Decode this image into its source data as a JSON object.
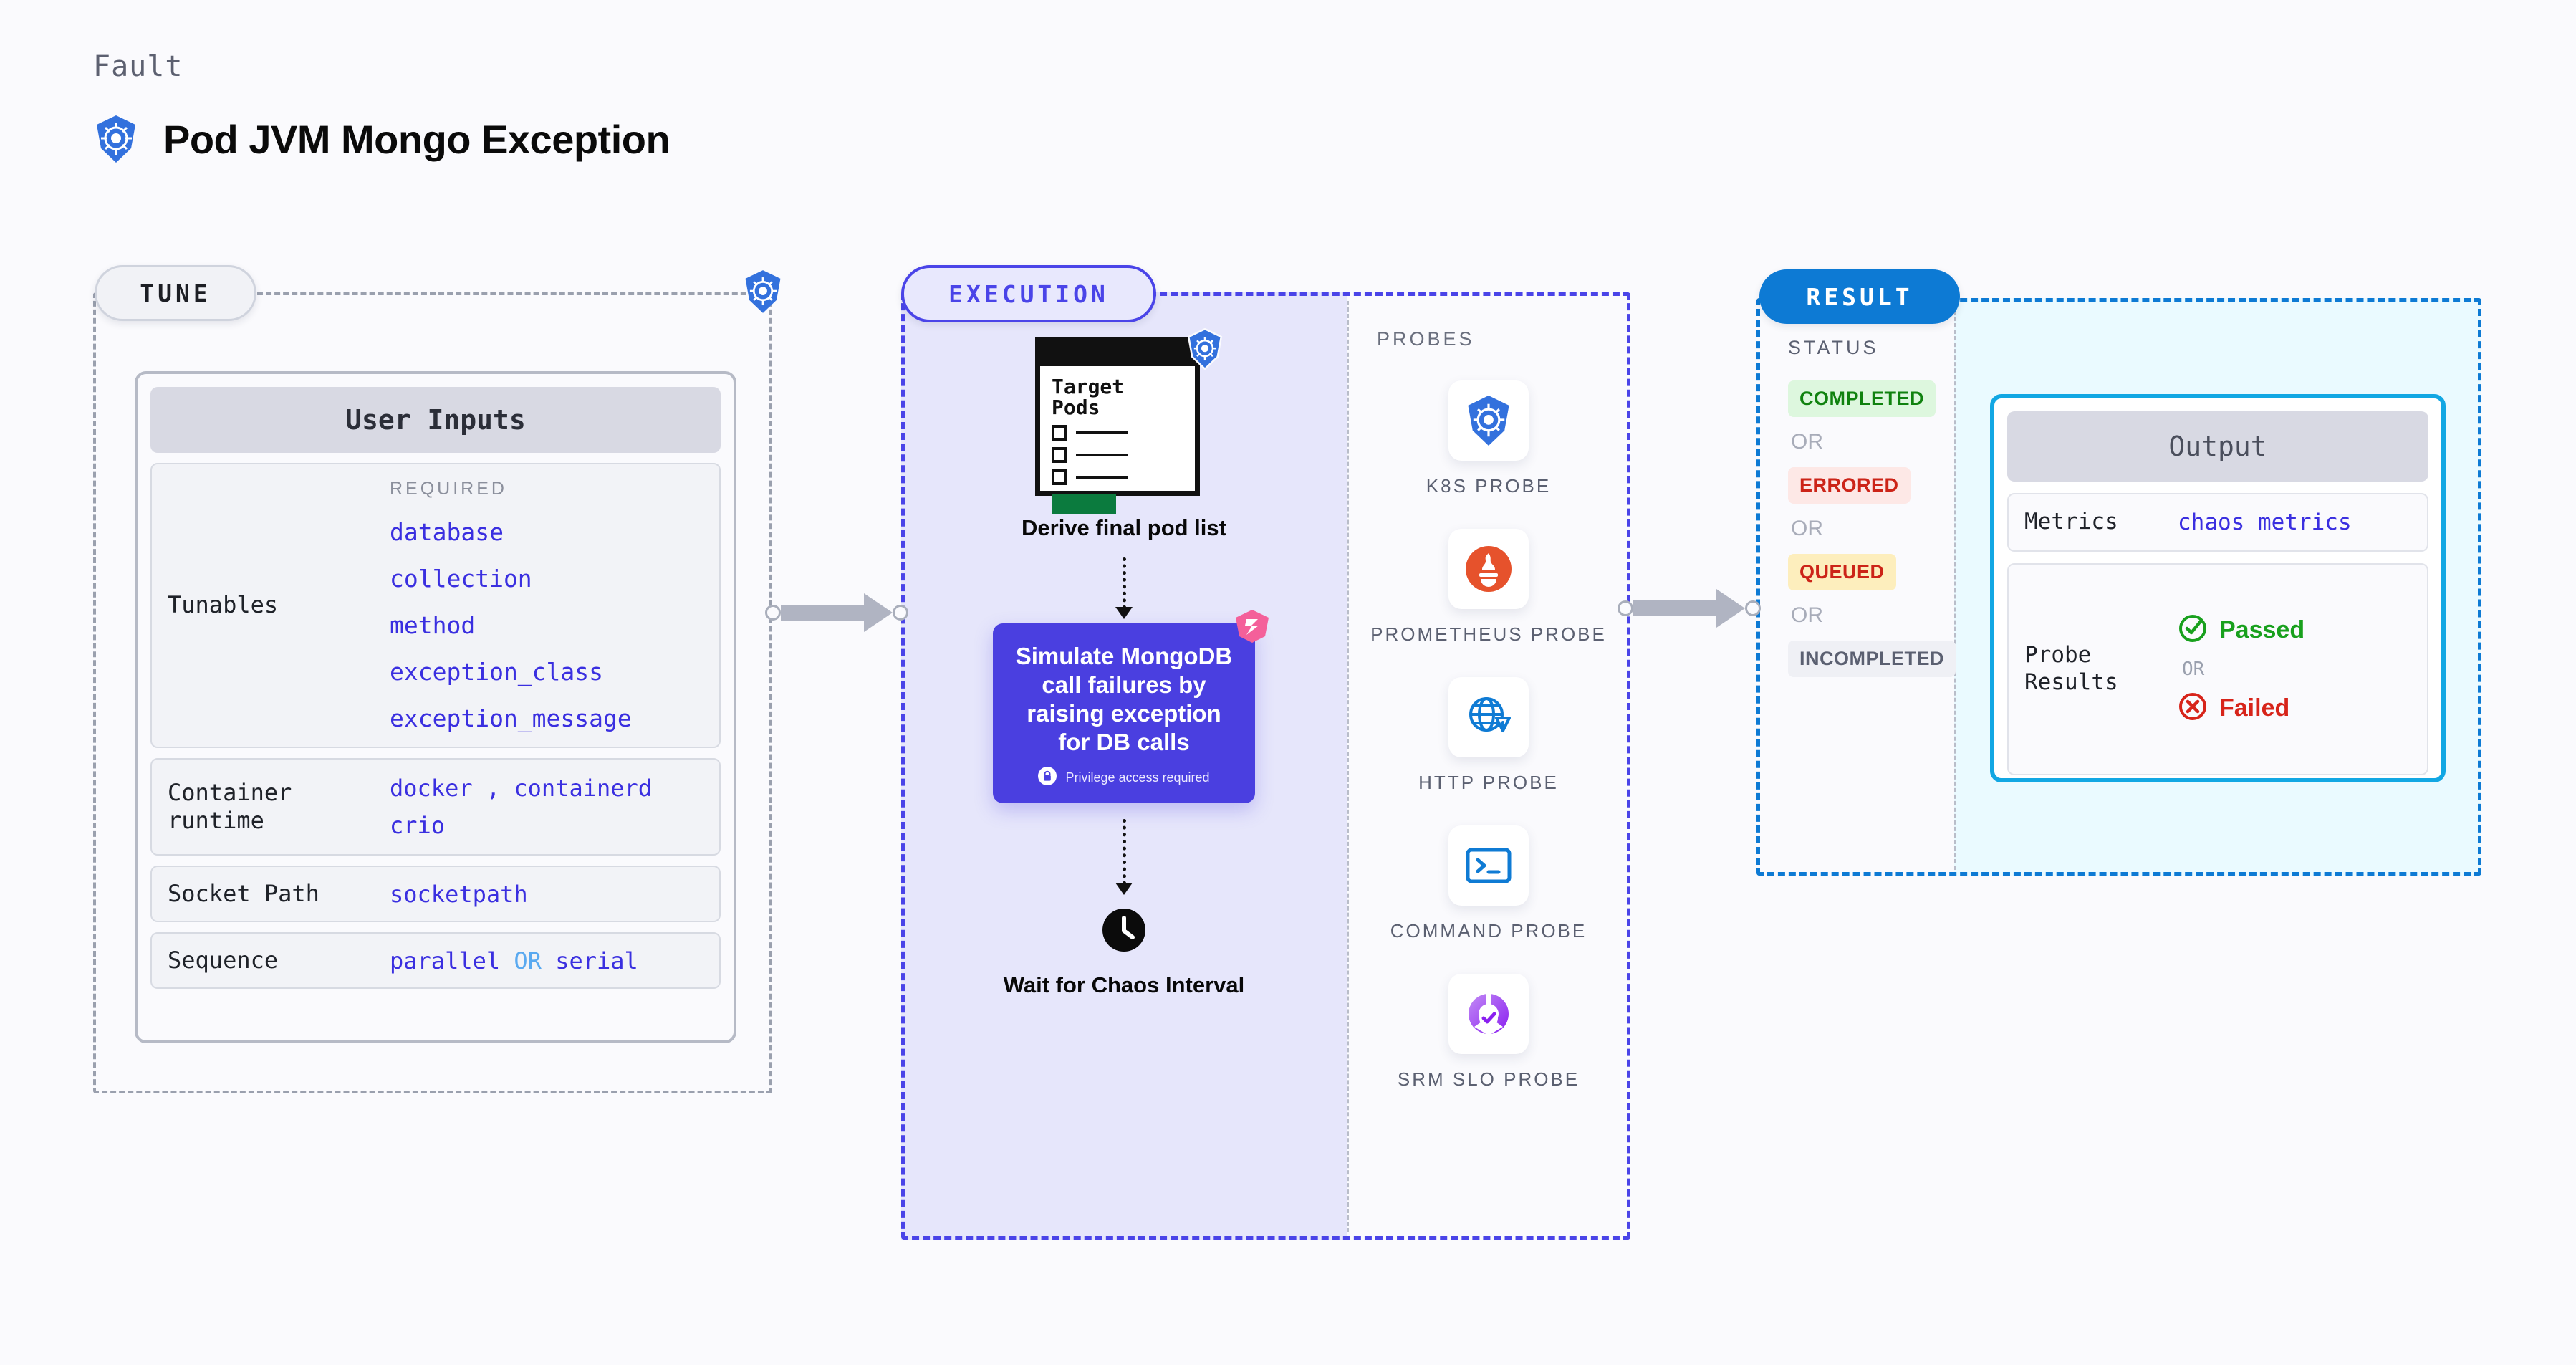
{
  "header": {
    "kicker": "Fault",
    "title": "Pod JVM Mongo Exception",
    "logo_icon": "kubernetes-icon"
  },
  "tune": {
    "tag": "TUNE",
    "border_icon": "kubernetes-icon",
    "card_title": "User Inputs",
    "tunables": {
      "label": "Tunables",
      "required_label": "REQUIRED",
      "items": [
        "database",
        "collection",
        "method",
        "exception_class",
        "exception_message"
      ]
    },
    "rows": [
      {
        "label": "Container runtime",
        "values": [
          "docker",
          "containerd",
          "crio"
        ],
        "separator": ","
      },
      {
        "label": "Socket Path",
        "values": [
          "socketpath"
        ]
      },
      {
        "label": "Sequence",
        "values": [
          "parallel",
          "serial"
        ],
        "keyword": "OR"
      }
    ]
  },
  "execution": {
    "tag": "EXECUTION",
    "steps": [
      {
        "icon": "target-pods-document-icon",
        "doc_title_line1": "Target",
        "doc_title_line2": "Pods",
        "badge_icon": "kubernetes-icon",
        "caption": "Derive final pod list"
      },
      {
        "icon": "action-card",
        "text": "Simulate MongoDB call failures by raising exception for DB calls",
        "privilege_note": "Privilege access required",
        "privilege_icon": "lock-icon",
        "corner_badge_icon": "chaos-badge-icon"
      },
      {
        "icon": "clock-icon",
        "caption": "Wait for Chaos Interval"
      }
    ],
    "probes": {
      "label": "PROBES",
      "items": [
        {
          "name": "K8S PROBE",
          "icon": "kubernetes-icon"
        },
        {
          "name": "PROMETHEUS PROBE",
          "icon": "prometheus-icon"
        },
        {
          "name": "HTTP PROBE",
          "icon": "globe-warning-icon"
        },
        {
          "name": "COMMAND PROBE",
          "icon": "terminal-icon"
        },
        {
          "name": "SRM SLO PROBE",
          "icon": "srm-slo-icon"
        }
      ]
    }
  },
  "result": {
    "tag": "RESULT",
    "status_label": "STATUS",
    "or_label": "OR",
    "statuses": [
      {
        "label": "COMPLETED",
        "style": "s-completed"
      },
      {
        "label": "ERRORED",
        "style": "s-errored"
      },
      {
        "label": "QUEUED",
        "style": "s-queued"
      },
      {
        "label": "INCOMPLETED",
        "style": "s-incompleted"
      }
    ],
    "output": {
      "title": "Output",
      "metrics_label": "Metrics",
      "metrics_value": "chaos metrics",
      "probe_results_label": "Probe Results",
      "passed_label": "Passed",
      "failed_label": "Failed",
      "or_label": "OR",
      "passed_icon": "check-circle-icon",
      "failed_icon": "x-circle-icon"
    }
  },
  "colors": {
    "background": "#fafafd",
    "accent_purple": "#4a3fe0",
    "accent_blue": "#0d7ad4",
    "accent_cyan": "#12a7e3",
    "kubernetes_blue": "#3371dd",
    "prometheus_orange": "#e6522c",
    "success_green": "#18a01d",
    "error_red": "#d7241a",
    "warning_amber": "#fdeebd",
    "code_indigo": "#3a2fe0"
  }
}
